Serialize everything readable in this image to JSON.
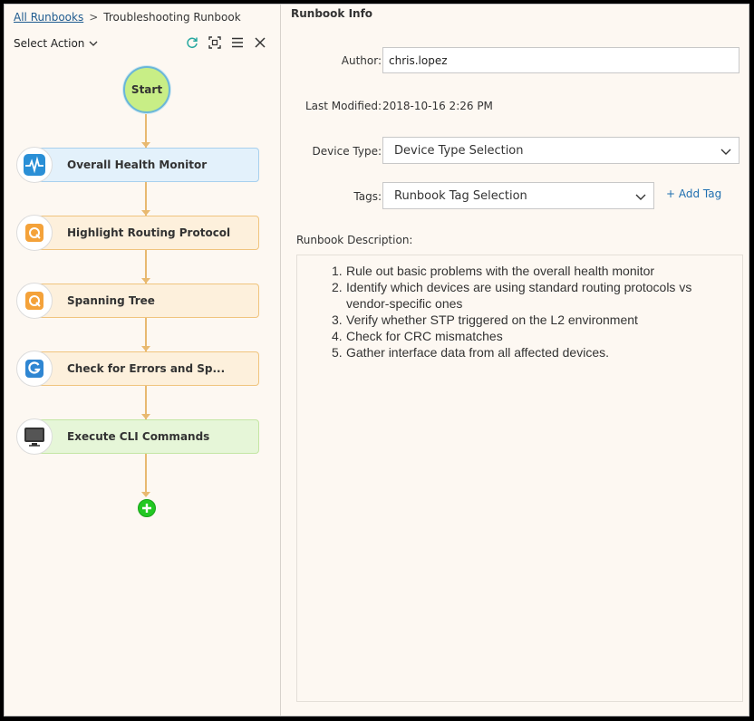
{
  "breadcrumb": {
    "root": "All Runbooks",
    "separator": ">",
    "current": "Troubleshooting Runbook"
  },
  "toolbar": {
    "select_action": "Select Action",
    "icons": [
      "refresh-icon",
      "fit-view-icon",
      "menu-icon",
      "close-icon"
    ]
  },
  "flow": {
    "start_label": "Start",
    "nodes": [
      {
        "label": "Overall Health Monitor",
        "icon": "health-monitor-icon",
        "color": "blue"
      },
      {
        "label": "Highlight Routing Protocol",
        "icon": "qapp-icon",
        "color": "orange"
      },
      {
        "label": "Spanning Tree",
        "icon": "qapp-icon",
        "color": "orange"
      },
      {
        "label": "Check for Errors and Sp...",
        "icon": "gapp-icon",
        "color": "orange"
      },
      {
        "label": "Execute CLI Commands",
        "icon": "cli-icon",
        "color": "green"
      }
    ],
    "add_icon": "add-node-icon"
  },
  "runbook_info": {
    "title": "Runbook Info",
    "author_label": "Author:",
    "author_value": "chris.lopez",
    "modified_label": "Last Modified:",
    "modified_value": "2018-10-16 2:26 PM",
    "device_type_label": "Device Type:",
    "device_type_value": "Device Type Selection",
    "tags_label": "Tags:",
    "tags_value": "Runbook Tag Selection",
    "add_tag": "+ Add Tag",
    "description_label": "Runbook Description:",
    "description_items": [
      "Rule out basic problems with the overall health monitor",
      "Identify which devices are using standard routing protocols vs vendor-specific ones",
      "Verify whether STP triggered on the L2 environment",
      "Check for CRC mismatches",
      "Gather interface data from all affected devices."
    ]
  },
  "colors": {
    "link": "#1f5b8f",
    "accent_green": "#22c822",
    "node_blue": "#e3f1fb",
    "node_orange": "#fdf0dc",
    "node_green": "#e6f6d8",
    "flow_line": "#e8b970"
  }
}
